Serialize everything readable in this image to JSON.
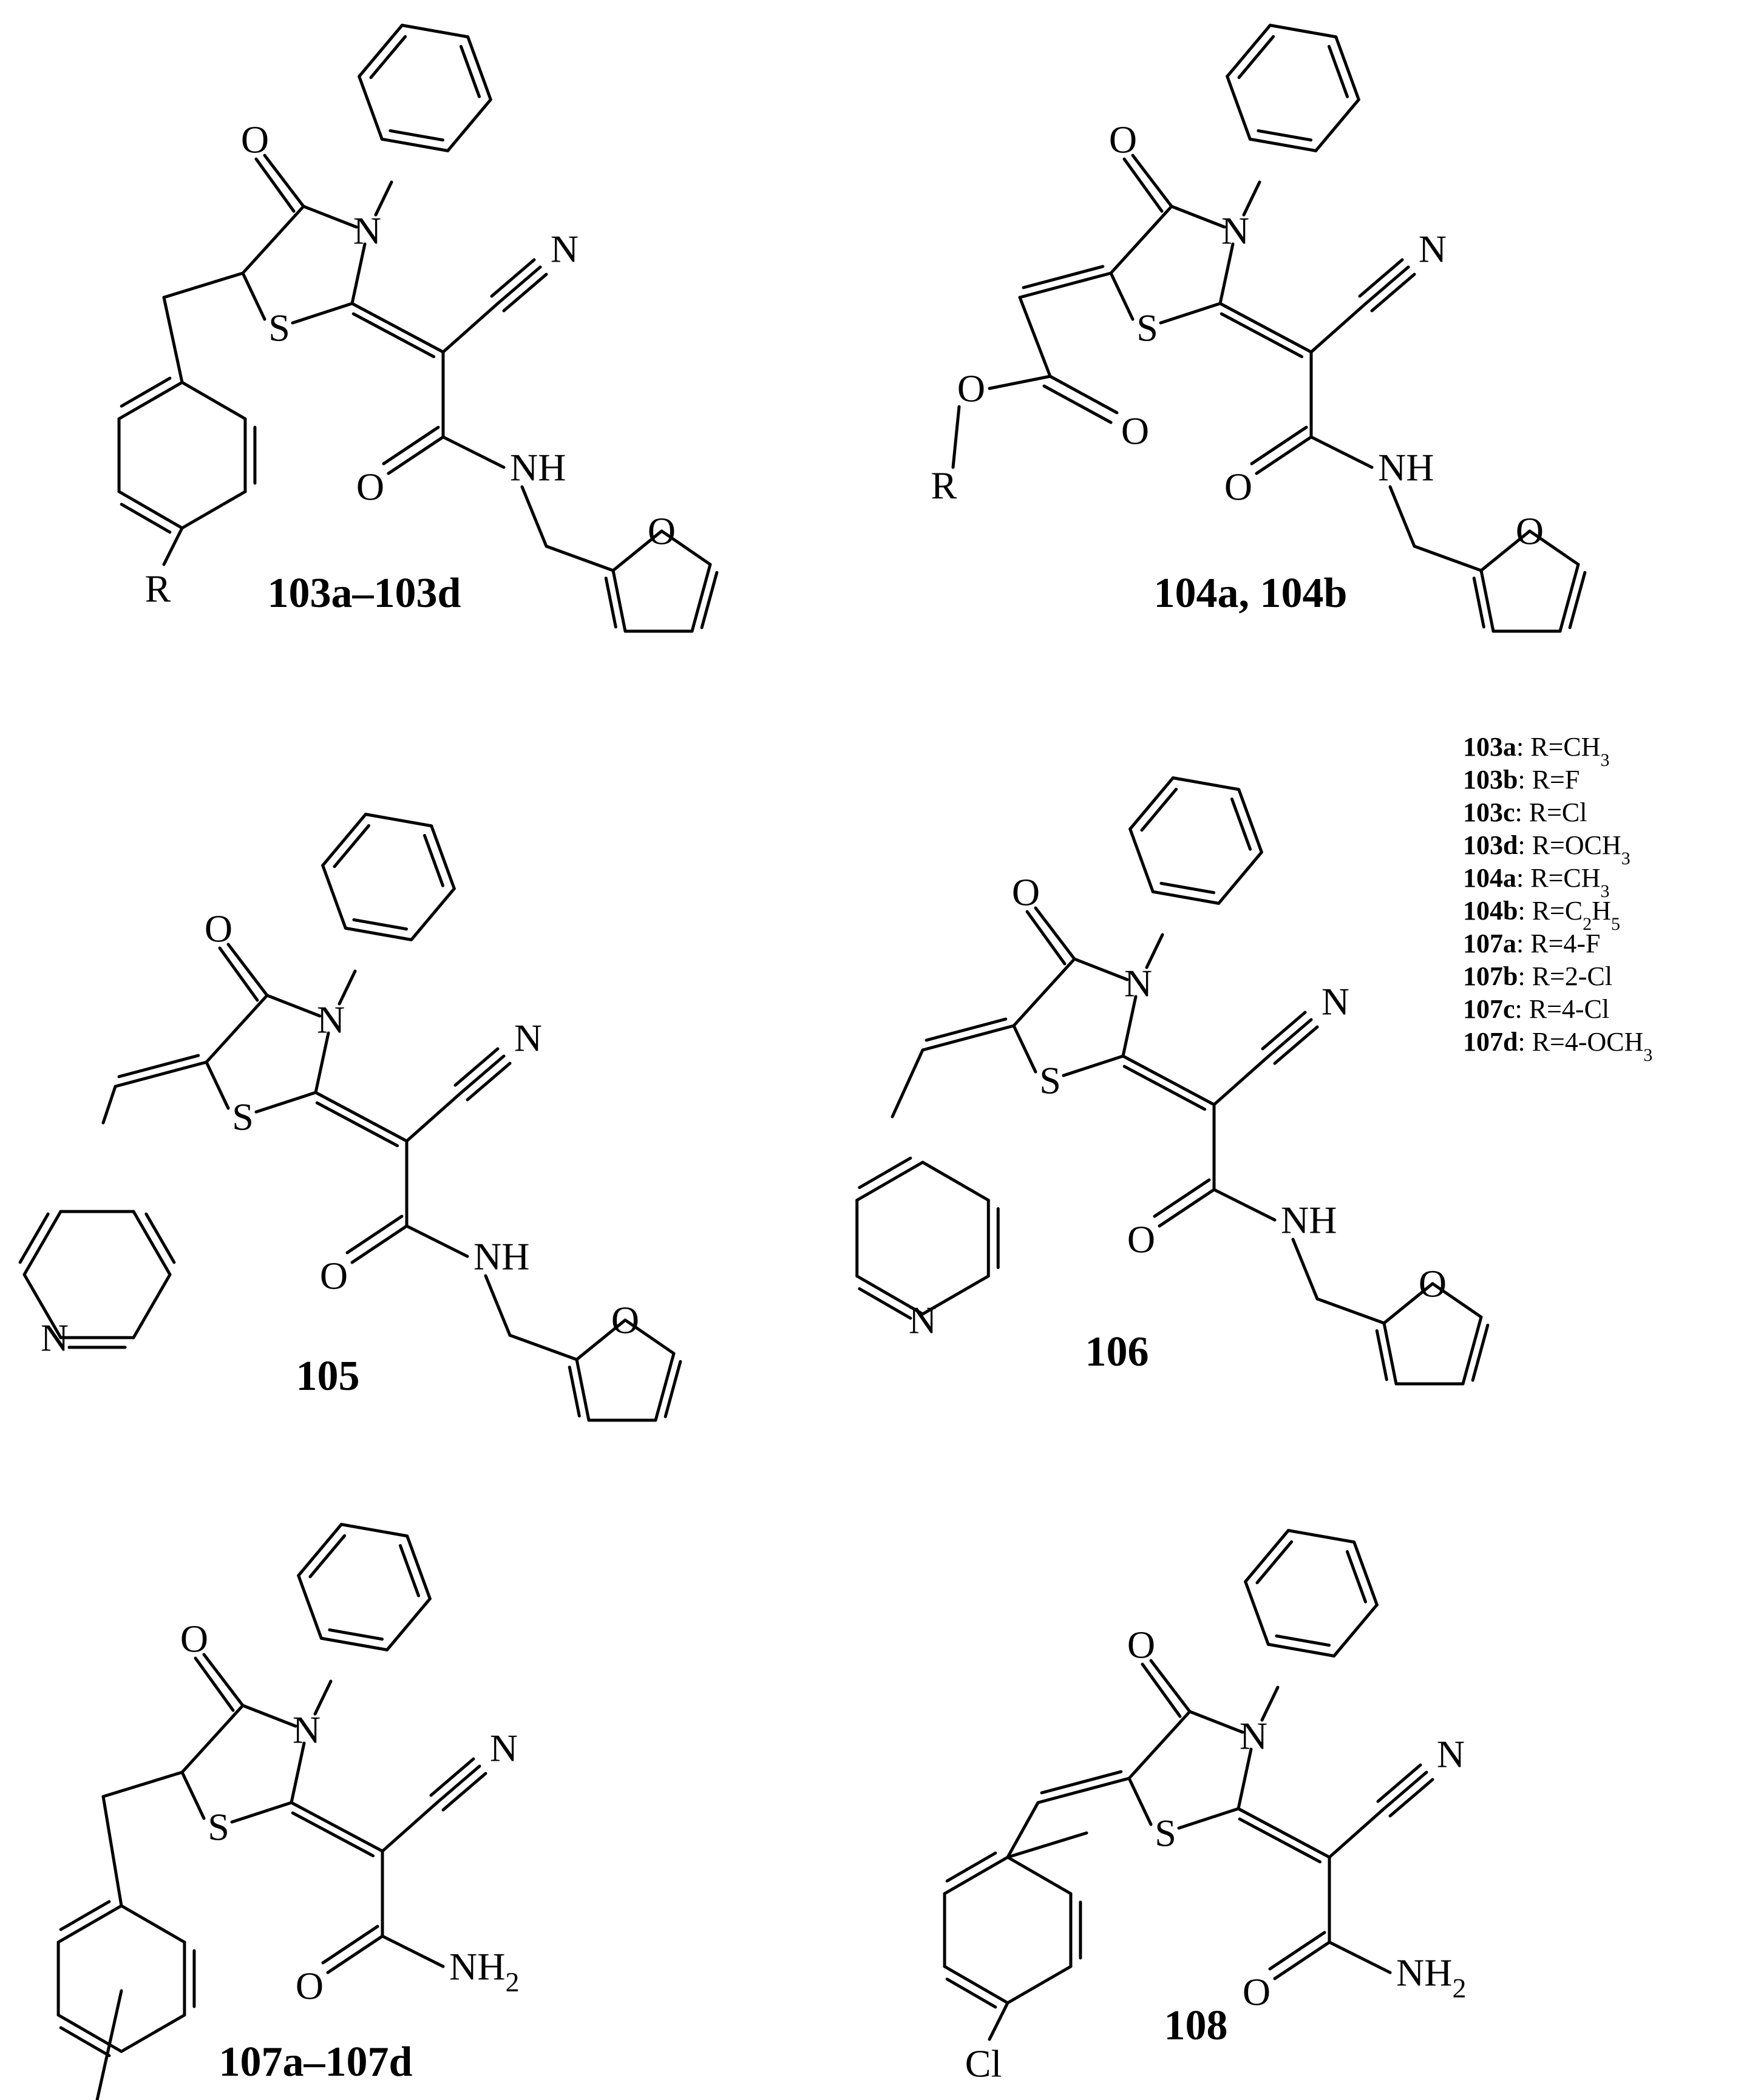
{
  "atoms": {
    "O": "O",
    "N": "N",
    "S": "S",
    "NH": "NH",
    "NH2": "NH",
    "sub2": "2",
    "R": "R",
    "Cl": "Cl"
  },
  "labels": {
    "c103": "103a–103d",
    "c104": "104a, 104b",
    "c105": "105",
    "c106": "106",
    "c107": "107a–107d",
    "c108": "108"
  },
  "legend": [
    {
      "cpd": "103a",
      "pre": "R=CH",
      "sub": "3",
      "post": ""
    },
    {
      "cpd": "103b",
      "pre": "R=F",
      "sub": "",
      "post": ""
    },
    {
      "cpd": "103c",
      "pre": "R=Cl",
      "sub": "",
      "post": ""
    },
    {
      "cpd": "103d",
      "pre": "R=OCH",
      "sub": "3",
      "post": ""
    },
    {
      "cpd": "104a",
      "pre": "R=CH",
      "sub": "3",
      "post": ""
    },
    {
      "cpd": "104b",
      "pre": "R=C",
      "sub": "2",
      "post": "H",
      "sub2": "5"
    },
    {
      "cpd": "107a",
      "pre": "R=4-F",
      "sub": "",
      "post": ""
    },
    {
      "cpd": "107b",
      "pre": "R=2-Cl",
      "sub": "",
      "post": ""
    },
    {
      "cpd": "107c",
      "pre": "R=4-Cl",
      "sub": "",
      "post": ""
    },
    {
      "cpd": "107d",
      "pre": "R=4-OCH",
      "sub": "3",
      "post": ""
    }
  ]
}
